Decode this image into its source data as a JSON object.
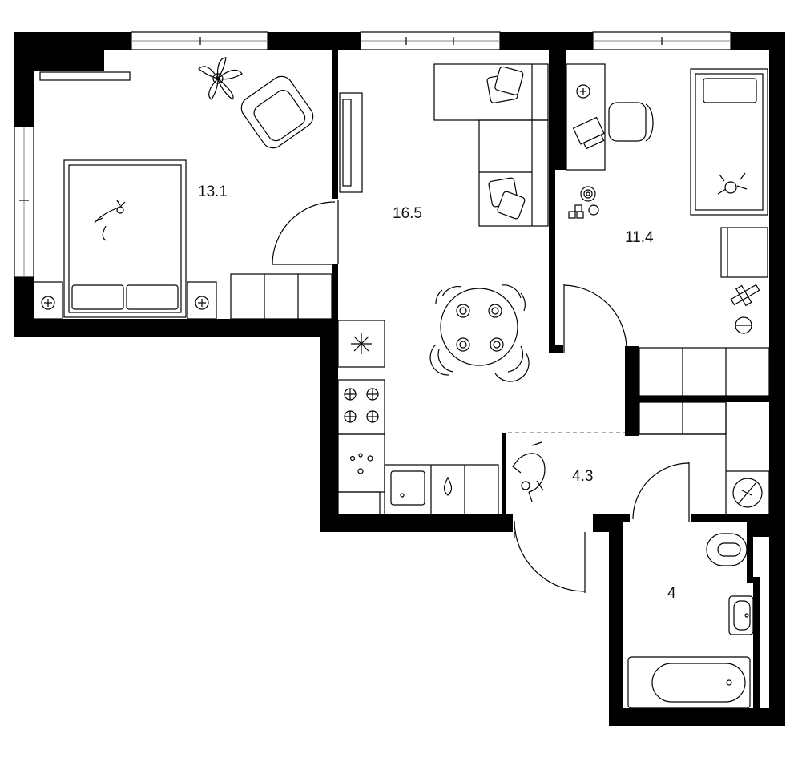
{
  "rooms": [
    {
      "id": "bedroom",
      "area": "13.1"
    },
    {
      "id": "living-kitchen",
      "area": "16.5"
    },
    {
      "id": "kids-room",
      "area": "11.4"
    },
    {
      "id": "hallway",
      "area": "4.3"
    },
    {
      "id": "bathroom",
      "area": "4"
    }
  ]
}
